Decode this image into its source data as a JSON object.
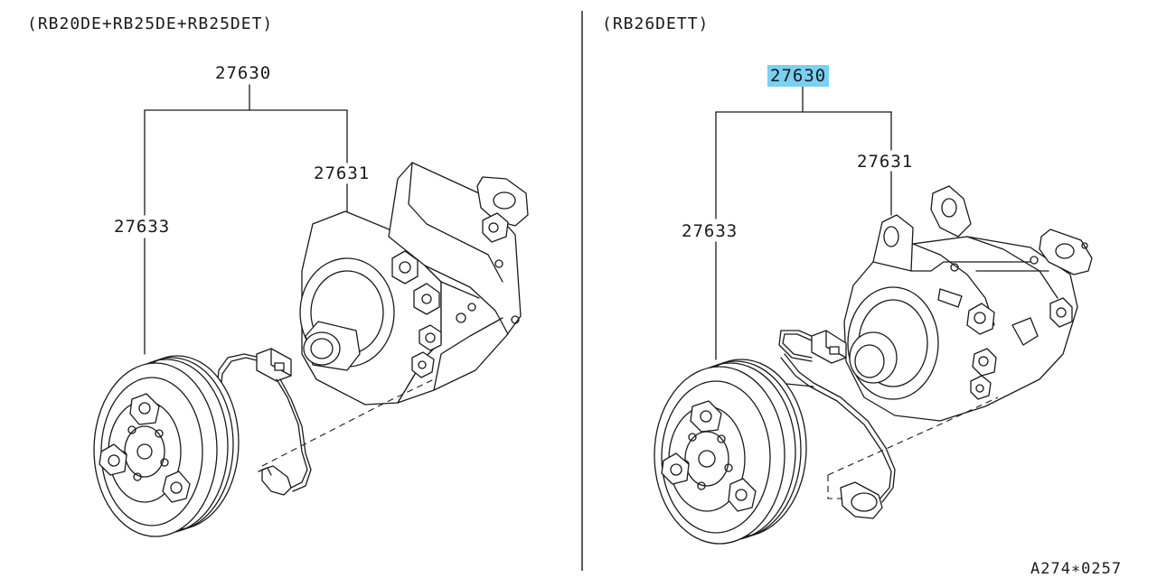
{
  "left_panel": {
    "title": "(RB20DE+RB25DE+RB25DET)",
    "part_assembly": "27630",
    "part_compressor": "27631",
    "part_clutch": "27633"
  },
  "right_panel": {
    "title": "(RB26DETT)",
    "part_assembly": "27630",
    "part_compressor": "27631",
    "part_clutch": "27633"
  },
  "figure_code": "A274∗0257",
  "highlight_color": "#7ad0f2"
}
